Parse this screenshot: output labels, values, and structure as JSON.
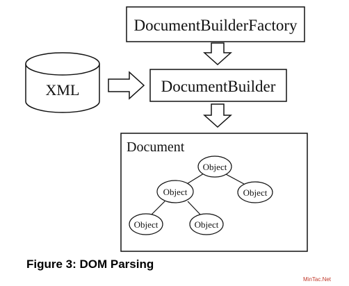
{
  "diagram": {
    "factory_label": "DocumentBuilderFactory",
    "builder_label": "DocumentBuilder",
    "xml_label": "XML",
    "document_label": "Document",
    "object_nodes": [
      "Object",
      "Object",
      "Object",
      "Object",
      "Object"
    ]
  },
  "caption": "Figure 3: DOM Parsing",
  "watermark": "MinTac.Net"
}
